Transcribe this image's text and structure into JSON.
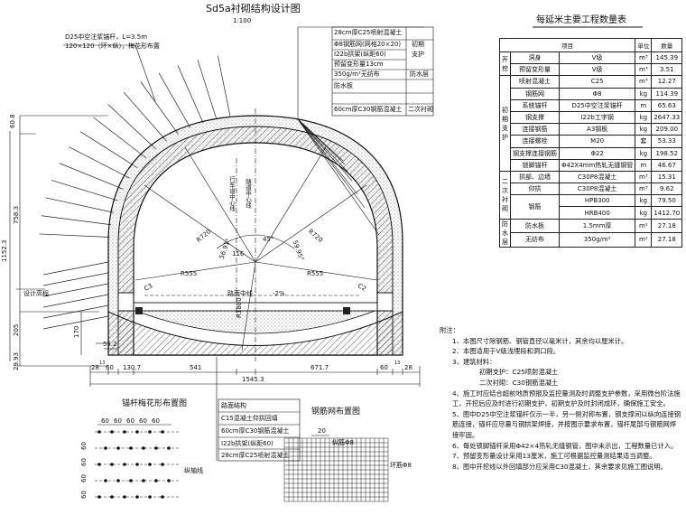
{
  "main": {
    "title": "Sd5a衬砌结构设计图",
    "scale": "1:100",
    "anchor_note_1": "D25中空注浆锚杆，L=3.5m",
    "anchor_note_2": "120×120（环×纵），梅花形布置",
    "lining_items": [
      {
        "label": "28cm厚C25喷射混凝土",
        "group": ""
      },
      {
        "label": "Φ8钢筋网(网格20×20)",
        "group": "初期"
      },
      {
        "label": "Ⅰ22b拱架(纵距60)",
        "group": "支护"
      },
      {
        "label": "预留变形量13cm",
        "group": ""
      },
      {
        "label": "350g/m²无纺布",
        "group": "防水层"
      },
      {
        "label": "防水板",
        "group": ""
      },
      {
        "label": "60cm厚C30钢筋混凝土",
        "group": "二次衬砌"
      }
    ],
    "side_dims": [
      "60.8",
      "758.3",
      "1152.3",
      "205",
      "170",
      "29.93"
    ],
    "design_elevation": "设计高程",
    "bottom_dims": [
      "28",
      "13",
      "60",
      "130.7",
      "541",
      "671.7",
      "60",
      "13",
      "28"
    ],
    "total_width": "1545.3",
    "dim_55": "55.2",
    "inner_labels": {
      "driving_line": "行车道中心线",
      "tunnel_line": "隧道中心线",
      "r720_left": "R720",
      "r720_right": "R720",
      "r555_left": "R555",
      "r555_right": "R555",
      "r1880": "R1880",
      "a1": "56.91°",
      "a2": "45°",
      "a3": "59.95°",
      "d116": "116",
      "slope": "-2%",
      "c1": "C3",
      "c2": "C2",
      "road": "路面中线"
    },
    "road_layers_title": "路面结构",
    "road_layers": [
      "C15混凝土仰拱回填",
      "60cm厚C30钢筋混凝土",
      "Ⅰ22b拱架(纵距60)",
      "28cm厚C25喷射混凝土"
    ]
  },
  "anchor_plan": {
    "title": "锚杆梅花形布置图",
    "top_dims": [
      "60",
      "60",
      "60",
      "60",
      "60"
    ],
    "side_dims": [
      "60",
      "60",
      "60",
      "60"
    ],
    "label": "纵轴线"
  },
  "mesh_plan": {
    "title": "钢筋网布置图",
    "dim": "20",
    "label_a": "纵筋Φ8",
    "label_b": "环筋Φ8"
  },
  "quantity_table": {
    "title": "每延米主要工程数量表",
    "headers": [
      "项目",
      "",
      "单位",
      "数量"
    ],
    "rows": [
      {
        "group": "开挖",
        "item": "洞身",
        "spec": "Ⅴ级",
        "unit": "m³",
        "qty": "145.39"
      },
      {
        "group": "",
        "item": "预留变形量",
        "spec": "Ⅴ级",
        "unit": "m³",
        "qty": "3.51"
      },
      {
        "group": "",
        "item": "喷射混凝土",
        "spec": "C25",
        "unit": "m³",
        "qty": "12.27"
      },
      {
        "group": "",
        "item": "钢筋网",
        "spec": "Φ8",
        "unit": "kg",
        "qty": "114.39"
      },
      {
        "group": "",
        "item": "系统锚杆",
        "spec": "D25中空注浆锚杆",
        "unit": "m",
        "qty": "65.63"
      },
      {
        "group": "初期支护",
        "item": "钢支撑",
        "spec": "Ⅰ22b工字钢",
        "unit": "kg",
        "qty": "2647.33"
      },
      {
        "group": "",
        "item": "连接钢筋",
        "spec": "A3钢板",
        "unit": "kg",
        "qty": "209.00"
      },
      {
        "group": "",
        "item": "连接螺栓",
        "spec": "M20",
        "unit": "套",
        "qty": "53.33"
      },
      {
        "group": "",
        "item": "钢支撑连接钢筋",
        "spec": "Φ22",
        "unit": "kg",
        "qty": "198.52"
      },
      {
        "group": "",
        "item": "锁脚锚杆",
        "spec": "Φ42X4mm热轧无缝钢管",
        "unit": "m",
        "qty": "46.67"
      },
      {
        "group": "",
        "item": "拱部、边墙",
        "spec": "C30P8混凝土",
        "unit": "m³",
        "qty": "15.31"
      },
      {
        "group": "二次衬砌",
        "item": "仰拱",
        "spec": "C30P8混凝土",
        "unit": "m³",
        "qty": "9.62"
      },
      {
        "group": "",
        "item": "钢筋",
        "spec": "HPB300",
        "unit": "kg",
        "qty": "79.50"
      },
      {
        "group": "",
        "item": "",
        "spec": "HRB400",
        "unit": "kg",
        "qty": "1412.70"
      },
      {
        "group": "防水层",
        "item": "防水板",
        "spec": "1.5mm厚",
        "unit": "m²",
        "qty": "27.18"
      },
      {
        "group": "",
        "item": "无纺布",
        "spec": "350g/m²",
        "unit": "m²",
        "qty": "27.18"
      }
    ]
  },
  "notes": {
    "title": "附注：",
    "items": [
      "1、本图尺寸除钢筋、钢管直径以毫米计，其余均以厘米计。",
      "2、本图适用于Ⅴ级浅埋段和洞口段。",
      "3、建筑材料：",
      "初期支护：C25喷射混凝土",
      "二次衬砌：C30钢筋混凝土",
      "4、施工时应结合超前地质预报及监控量测及时调整支护参数，采用微台阶法施工，开挖后应及时进行初期支护，初期支护及时封闭成环，确保施工安全。",
      "5、图中D25中空注浆锚杆仅示一半，另一侧对称布置，钢支撑间以纵向连接钢筋连接，锚杆应尽量与钢拱架焊接，并按图示要求布置，锚杆尾部与钢筋网焊接牢固。",
      "6、每处锁脚锚杆采用Φ42×4热轧无缝钢管，图中未示出，工程数量已计入。",
      "7、预留变形量设计采用13厘米，施工可根据监控量测结果适当调整。",
      "8、图中开挖线以外回填部分应采用C30混凝土，其余要求见施工图说明。"
    ]
  }
}
